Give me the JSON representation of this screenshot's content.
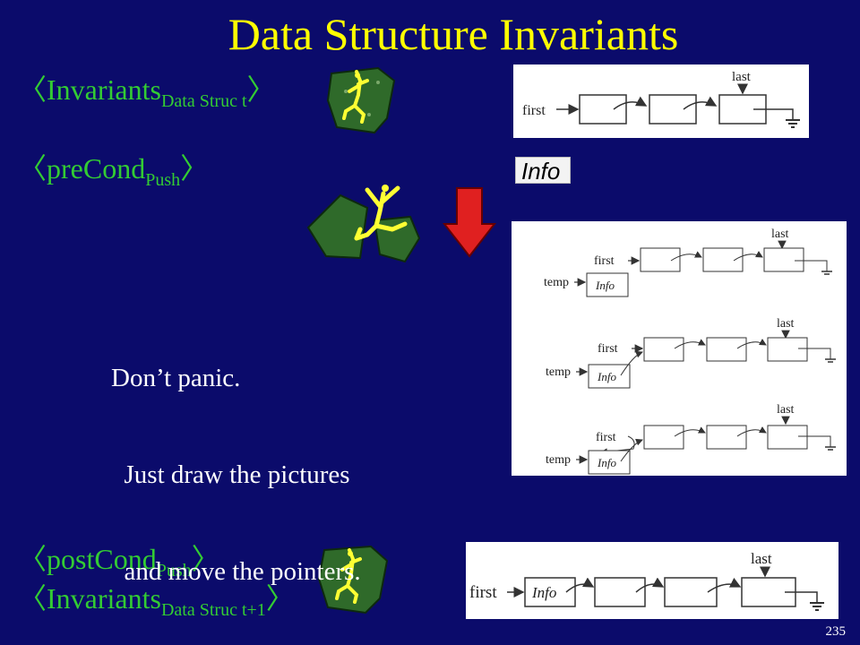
{
  "slide": {
    "title": "Data Structure Invariants",
    "page_number": "235",
    "body_lines": [
      "Don’t panic.",
      "  Just draw the pictures",
      "  and move the pointers."
    ]
  },
  "conditions": {
    "inv_t": {
      "open": "〈",
      "main": "Invariants",
      "sub": "Data Struc t",
      "close": "〉"
    },
    "precond": {
      "open": "〈",
      "main": "preCond",
      "sub": "Push",
      "close": "〉"
    },
    "postcond": {
      "open": "〈",
      "main": "postCond",
      "sub": "Push",
      "close": "〉"
    },
    "inv_t1": {
      "open": "〈",
      "main": "Invariants",
      "sub": "Data Struc t+1",
      "close": "〉"
    }
  },
  "diagram_labels": {
    "first": "first",
    "last": "last",
    "temp": "temp",
    "info": "Info"
  },
  "colors": {
    "background": "#0b0b6b",
    "title": "#ffff00",
    "condition": "#33cc33",
    "arrow": "#e02020"
  },
  "icons": [
    "frog-icon-1",
    "frog-icon-2",
    "frog-icon-3",
    "down-arrow-icon"
  ]
}
